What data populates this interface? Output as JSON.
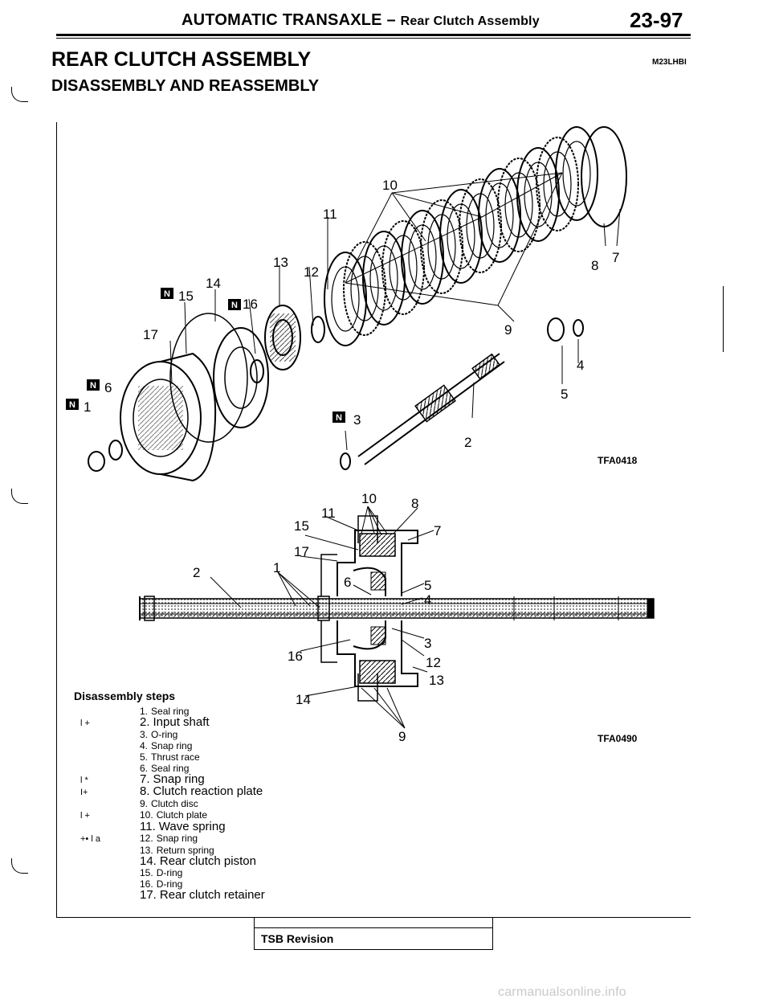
{
  "header": {
    "title_main": "AUTOMATIC TRANSAXLE",
    "title_sep": " – ",
    "title_sub": "Rear Clutch Assembly",
    "page_number": "23-97"
  },
  "section": {
    "title": "REAR CLUTCH ASSEMBLY",
    "code": "M23LHBI",
    "subtitle": "DISASSEMBLY AND REASSEMBLY"
  },
  "figure_exploded": {
    "code": "TFA0418",
    "callouts": [
      "10",
      "11",
      "13",
      "12",
      "14",
      "15",
      "16",
      "17",
      "9",
      "8",
      "7",
      "6",
      "1",
      "3",
      "2",
      "4",
      "5"
    ],
    "new_badge": "N"
  },
  "figure_section": {
    "code": "TFA0490",
    "callouts": [
      "10",
      "8",
      "11",
      "15",
      "7",
      "17",
      "2",
      "1",
      "6",
      "5",
      "4",
      "3",
      "16",
      "12",
      "13",
      "14",
      "9"
    ]
  },
  "steps": {
    "heading": "Disassembly steps",
    "items": [
      {
        "mark": "",
        "num": "1.",
        "text": "Seal ring",
        "size": "small"
      },
      {
        "mark": "l +",
        "num": "2.",
        "text": "Input shaft",
        "size": "big"
      },
      {
        "mark": "",
        "num": "3.",
        "text": "O-ring",
        "size": "small"
      },
      {
        "mark": "",
        "num": "4.",
        "text": "Snap ring",
        "size": "small"
      },
      {
        "mark": "",
        "num": "5.",
        "text": "Thrust race",
        "size": "small"
      },
      {
        "mark": "",
        "num": "6.",
        "text": "Seal ring",
        "size": "small"
      },
      {
        "mark": "l *",
        "num": "7.",
        "text": "Snap ring",
        "size": "big"
      },
      {
        "mark": "I+",
        "num": "8.",
        "text": "Clutch reaction plate",
        "size": "big"
      },
      {
        "mark": "",
        "num": "9.",
        "text": "Clutch disc",
        "size": "small"
      },
      {
        "mark": "l +",
        "num": "10.",
        "text": "Clutch plate",
        "size": "small"
      },
      {
        "mark": "",
        "num": "11.",
        "text": "Wave spring",
        "size": "big"
      },
      {
        "mark": "+• l a",
        "num": "12.",
        "text": "Snap ring",
        "size": "small"
      },
      {
        "mark": "",
        "num": "13.",
        "text": "Return spring",
        "size": "small"
      },
      {
        "mark": "",
        "num": "14.",
        "text": "Rear clutch piston",
        "size": "big"
      },
      {
        "mark": "",
        "num": "15.",
        "text": "D-ring",
        "size": "small"
      },
      {
        "mark": "",
        "num": "16.",
        "text": "D-ring",
        "size": "small"
      },
      {
        "mark": "",
        "num": "17.",
        "text": "Rear clutch retainer",
        "size": "big"
      }
    ]
  },
  "footer": {
    "tsb_label": "TSB Revision",
    "url": "carmanualsonline.info"
  }
}
